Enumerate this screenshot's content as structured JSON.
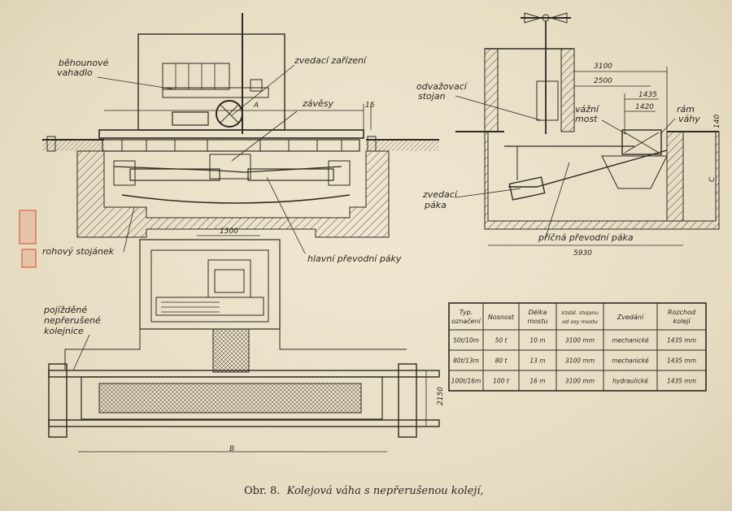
{
  "caption": {
    "prefix": "Obr. 8.",
    "text": "Kolejová váha s nepřerušenou kolejí,"
  },
  "labels": {
    "behounove_vahadlo_1": "běhounové",
    "behounove_vahadlo_2": "vahadlo",
    "zvedaci_zarizeni": "zvedací zařízení",
    "zavesy": "závěsy",
    "rohovy_stojanek": "rohový stojánek",
    "hlavni_prevodni_paky": "hlavní převodní páky",
    "odvazovaci_stojan_1": "odvažovací",
    "odvazovaci_stojan_2": "stojan",
    "vazni_most_1": "vážní",
    "vazni_most_2": "most",
    "ram_vahy_1": "rám",
    "ram_vahy_2": "váhy",
    "zvedaci_paka_1": "zvedací",
    "zvedaci_paka_2": "páka",
    "pricna_prevodni_paka": "příčná převodní páka",
    "pojizdene_1": "pojížděné",
    "pojizdene_2": "nepřerušené",
    "pojizdene_3": "kolejnice"
  },
  "dimensions": {
    "a": "A",
    "b": "B",
    "c": "C",
    "d15": "15",
    "d3100": "3100",
    "d2500": "2500",
    "d1435": "1435",
    "d1420": "1420",
    "d140": "140",
    "d5930": "5930",
    "d1300": "1300",
    "d2150": "2150"
  },
  "table": {
    "headers": [
      [
        "Typ.",
        "označení"
      ],
      [
        "Nosnost"
      ],
      [
        "Délka",
        "mostu"
      ],
      [
        "Vzdál. stojanu",
        "od osy mostu"
      ],
      [
        "Zvedání"
      ],
      [
        "Rozchod",
        "kolejí"
      ]
    ],
    "rows": [
      {
        "type": "50t/10m",
        "capacity": "50 t",
        "length": "10 m",
        "distance": "3100 mm",
        "lifting": "mechanické",
        "gauge": "1435 mm"
      },
      {
        "type": "80t/13m",
        "capacity": "80 t",
        "length": "13 m",
        "distance": "3100 mm",
        "lifting": "mechanické",
        "gauge": "1435 mm"
      },
      {
        "type": "100t/16m",
        "capacity": "100 t",
        "length": "16 m",
        "distance": "3100 mm",
        "lifting": "hydraulické",
        "gauge": "1435 mm"
      }
    ]
  },
  "colors": {
    "ink": "#2e2a24",
    "paper": "#e8dfc6",
    "highlight": "#e0704f"
  }
}
